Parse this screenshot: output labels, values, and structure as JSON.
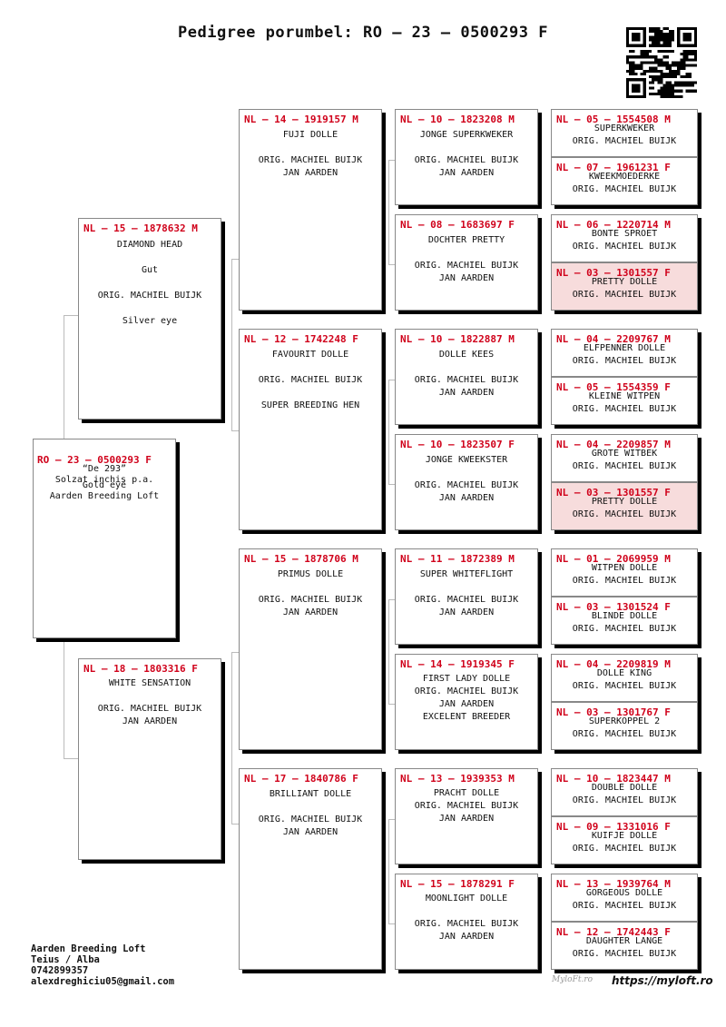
{
  "header": {
    "title": "Pedigree porumbel: RO – 23 – 0500293 F"
  },
  "pigeons": {
    "p0": {
      "ring": "RO – 23 – 0500293 F",
      "lines": [
        "“De 293”",
        "",
        "Solzat inchis p.a.",
        "Gold eye",
        "",
        "Aarden Breeding Loft"
      ]
    },
    "p1": {
      "ring": "NL – 15 – 1878632 M",
      "lines": [
        "DIAMOND HEAD",
        "",
        "Gut",
        "",
        "ORIG. MACHIEL BUIJK",
        "",
        "Silver eye"
      ]
    },
    "p2": {
      "ring": "NL – 18 – 1803316 F",
      "lines": [
        "WHITE SENSATION",
        "",
        "ORIG. MACHIEL BUIJK",
        "JAN AARDEN"
      ]
    },
    "p3": {
      "ring": "NL – 14 – 1919157 M",
      "lines": [
        "FUJI DOLLE",
        "",
        "ORIG. MACHIEL BUIJK",
        "JAN AARDEN"
      ]
    },
    "p4": {
      "ring": "NL – 12 – 1742248 F",
      "lines": [
        "FAVOURIT DOLLE",
        "",
        "ORIG. MACHIEL BUIJK",
        "",
        "SUPER BREEDING HEN"
      ]
    },
    "p5": {
      "ring": "NL – 15 – 1878706 M",
      "lines": [
        "PRIMUS DOLLE",
        "",
        "ORIG. MACHIEL BUIJK",
        "JAN AARDEN"
      ]
    },
    "p6": {
      "ring": "NL – 17 – 1840786 F",
      "lines": [
        "BRILLIANT DOLLE",
        "",
        "ORIG. MACHIEL BUIJK",
        "JAN AARDEN"
      ]
    },
    "p7": {
      "ring": "NL – 10 – 1823208 M",
      "lines": [
        "JONGE SUPERKWEKER",
        "",
        "ORIG. MACHIEL BUIJK",
        "JAN AARDEN"
      ]
    },
    "p8": {
      "ring": "NL – 08 – 1683697 F",
      "lines": [
        "DOCHTER PRETTY",
        "",
        "ORIG. MACHIEL BUIJK",
        "JAN AARDEN"
      ]
    },
    "p9": {
      "ring": "NL – 10 – 1822887 M",
      "lines": [
        "DOLLE KEES",
        "",
        "ORIG. MACHIEL BUIJK",
        "JAN AARDEN"
      ]
    },
    "p10": {
      "ring": "NL – 10 – 1823507 F",
      "lines": [
        "JONGE KWEEKSTER",
        "",
        "ORIG. MACHIEL BUIJK",
        "JAN AARDEN"
      ]
    },
    "p11": {
      "ring": "NL – 11 – 1872389 M",
      "lines": [
        "SUPER WHITEFLIGHT",
        "",
        "ORIG. MACHIEL BUIJK",
        "JAN AARDEN"
      ]
    },
    "p12": {
      "ring": "NL – 14 – 1919345 F",
      "lines": [
        "FIRST LADY DOLLE",
        "ORIG. MACHIEL BUIJK",
        "JAN AARDEN",
        "EXCELENT BREEDER"
      ]
    },
    "p13": {
      "ring": "NL – 13 – 1939353 M",
      "lines": [
        "PRACHT DOLLE",
        "ORIG. MACHIEL BUIJK",
        "JAN AARDEN"
      ]
    },
    "p14": {
      "ring": "NL – 15 – 1878291 F",
      "lines": [
        "MOONLIGHT DOLLE",
        "",
        "ORIG. MACHIEL BUIJK",
        "JAN AARDEN"
      ]
    },
    "p15": {
      "ring": "NL – 05 – 1554508 M",
      "lines": [
        "SUPERKWEKER",
        "ORIG. MACHIEL BUIJK"
      ]
    },
    "p16": {
      "ring": "NL – 07 – 1961231 F",
      "lines": [
        "KWEEKMOEDERKE",
        "ORIG. MACHIEL BUIJK"
      ]
    },
    "p17": {
      "ring": "NL – 06 – 1220714 M",
      "lines": [
        "BONTE SPROET",
        "ORIG. MACHIEL BUIJK"
      ]
    },
    "p18": {
      "ring": "NL – 03 – 1301557 F",
      "lines": [
        "PRETTY DOLLE",
        "ORIG. MACHIEL BUIJK"
      ]
    },
    "p19": {
      "ring": "NL – 04 – 2209767 M",
      "lines": [
        "ELFPENNER DOLLE",
        "ORIG. MACHIEL BUIJK"
      ]
    },
    "p20": {
      "ring": "NL – 05 – 1554359 F",
      "lines": [
        "KLEINE WITPEN",
        "ORIG. MACHIEL BUIJK"
      ]
    },
    "p21": {
      "ring": "NL – 04 – 2209857 M",
      "lines": [
        "GROTE WITBEK",
        "ORIG. MACHIEL BUIJK"
      ]
    },
    "p22": {
      "ring": "NL – 03 – 1301557 F",
      "lines": [
        "PRETTY DOLLE",
        "ORIG. MACHIEL BUIJK"
      ]
    },
    "p23": {
      "ring": "NL – 01 – 2069959 M",
      "lines": [
        "WITPEN DOLLE",
        "ORIG. MACHIEL BUIJK"
      ]
    },
    "p24": {
      "ring": "NL – 03 – 1301524 F",
      "lines": [
        "BLINDE DOLLE",
        "ORIG. MACHIEL BUIJK"
      ]
    },
    "p25": {
      "ring": "NL – 04 – 2209819 M",
      "lines": [
        "DOLLE KING",
        "ORIG. MACHIEL BUIJK"
      ]
    },
    "p26": {
      "ring": "NL – 03 – 1301767 F",
      "lines": [
        "SUPERKOPPEL 2",
        "ORIG. MACHIEL BUIJK"
      ]
    },
    "p27": {
      "ring": "NL – 10 – 1823447 M",
      "lines": [
        "DOUBLE DOLLE",
        "ORIG. MACHIEL BUIJK"
      ]
    },
    "p28": {
      "ring": "NL – 09 – 1331016 F",
      "lines": [
        "KUIFJE DOLLE",
        "ORIG. MACHIEL BUIJK"
      ]
    },
    "p29": {
      "ring": "NL – 13 – 1939764 M",
      "lines": [
        "GORGEOUS DOLLE",
        "ORIG. MACHIEL BUIJK"
      ]
    },
    "p30": {
      "ring": "NL – 12 – 1742443 F",
      "lines": [
        "DAUGHTER LANGE",
        "ORIG. MACHIEL BUIJK"
      ]
    }
  },
  "footer": {
    "loft": "Aarden Breeding Loft",
    "location": "Teius / Alba",
    "phone": "0742899357",
    "email": "alexdreghiciu05@gmail.com",
    "website": "https://myloft.ro",
    "signature": "MyloFt.ro"
  },
  "colors": {
    "ring_red": "#d0021b",
    "highlight_pink": "#f7dcdc"
  }
}
